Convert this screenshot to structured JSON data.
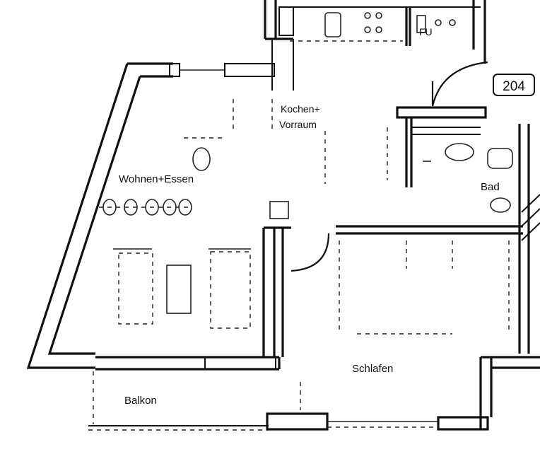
{
  "rooms": {
    "kitchen_line1": "Kochen+",
    "kitchen_line2": "Vorraum",
    "living": "Wohnen+Essen",
    "bath": "Bad",
    "bedroom": "Schlafen",
    "balcony": "Balkon",
    "wc": "FU"
  },
  "unit": {
    "number": "204"
  },
  "colors": {
    "ink": "#111111",
    "paper": "#ffffff"
  }
}
